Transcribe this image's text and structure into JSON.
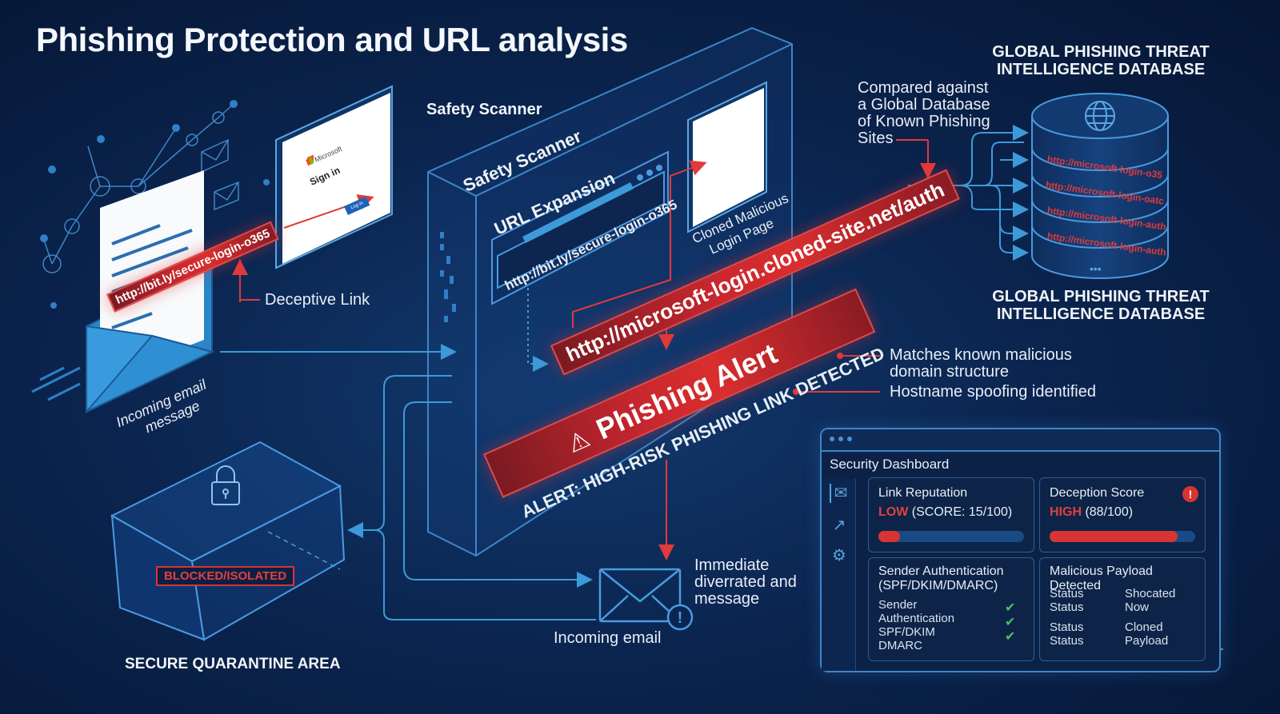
{
  "title": "Phishing Protection and URL analysis",
  "colors": {
    "background": "#0b2550",
    "accent_blue": "#3d9ad8",
    "alert_red": "#d92e2e",
    "success_green": "#4fbf5f"
  },
  "email": {
    "link": "http://bit.ly/secure-login-o365",
    "caption_line1": "Incoming email",
    "caption_line2": "message",
    "deceptive_label": "Deceptive Link"
  },
  "fake_login": {
    "brand": "Microsoft",
    "heading": "Sign in",
    "button": "Log in"
  },
  "scanner": {
    "label": "Safety Scanner",
    "side_title": "Safety Scanner",
    "url_expansion_title": "URL Expansion",
    "short_url": "http://bit.ly/secure-login-o365",
    "expanded_url": "http://microsoft-login.cloned-site.net/auth",
    "cloned_page_line1": "Cloned Malicious",
    "cloned_page_line2": "Login Page"
  },
  "alert": {
    "title": "Phishing Alert",
    "subtitle": "ALERT: HIGH-RISK PHISHING LINK DETECTED",
    "findings": [
      "Matches known malicious",
      "domain structure",
      "Hostname spoofing identified"
    ]
  },
  "database": {
    "title_line1": "GLOBAL PHISHING THREAT",
    "title_line2": "INTELLIGENCE DATABASE",
    "compare_note": [
      "Compared against",
      "a Global Database",
      "of Known Phishing",
      "Sites"
    ],
    "entries": [
      "http://microsoft-login-o35",
      "http://microsoft-login-oatc",
      "http://microsoft-login-auth",
      "http://microsoft-login-auth"
    ],
    "more": "•••"
  },
  "quarantine": {
    "badge": "BLOCKED/ISOLATED",
    "label": "SECURE QUARANTINE AREA"
  },
  "diverted": {
    "note": [
      "Immediate",
      "diverrated and",
      "message"
    ],
    "caption": "Incoming email"
  },
  "dashboard": {
    "title": "Security Dashboard",
    "nav_icons": [
      "mail-icon",
      "trend-chart-icon",
      "gear-icon"
    ],
    "link_reputation": {
      "title": "Link Reputation",
      "level": "LOW",
      "detail": "(SCORE: 15/100)",
      "score": 15,
      "max": 100
    },
    "deception_score": {
      "title": "Deception Score",
      "level": "HIGH",
      "detail": "(88/100)",
      "score": 88,
      "max": 100
    },
    "sender_auth": {
      "title_line1": "Sender Authentication",
      "title_line2": "(SPF/DKIM/DMARC)",
      "rows": [
        "Sender",
        "Authentication",
        "SPF/DKIM",
        "DMARC"
      ],
      "checks": 3
    },
    "payload": {
      "title": "Malicious Payload Detected",
      "rows": [
        {
          "label": "Status",
          "value": "Shocated"
        },
        {
          "label": "Status",
          "value": "Now"
        },
        {
          "label": "Status",
          "value": "Cloned"
        },
        {
          "label": "Status",
          "value": "Payload"
        }
      ]
    }
  }
}
